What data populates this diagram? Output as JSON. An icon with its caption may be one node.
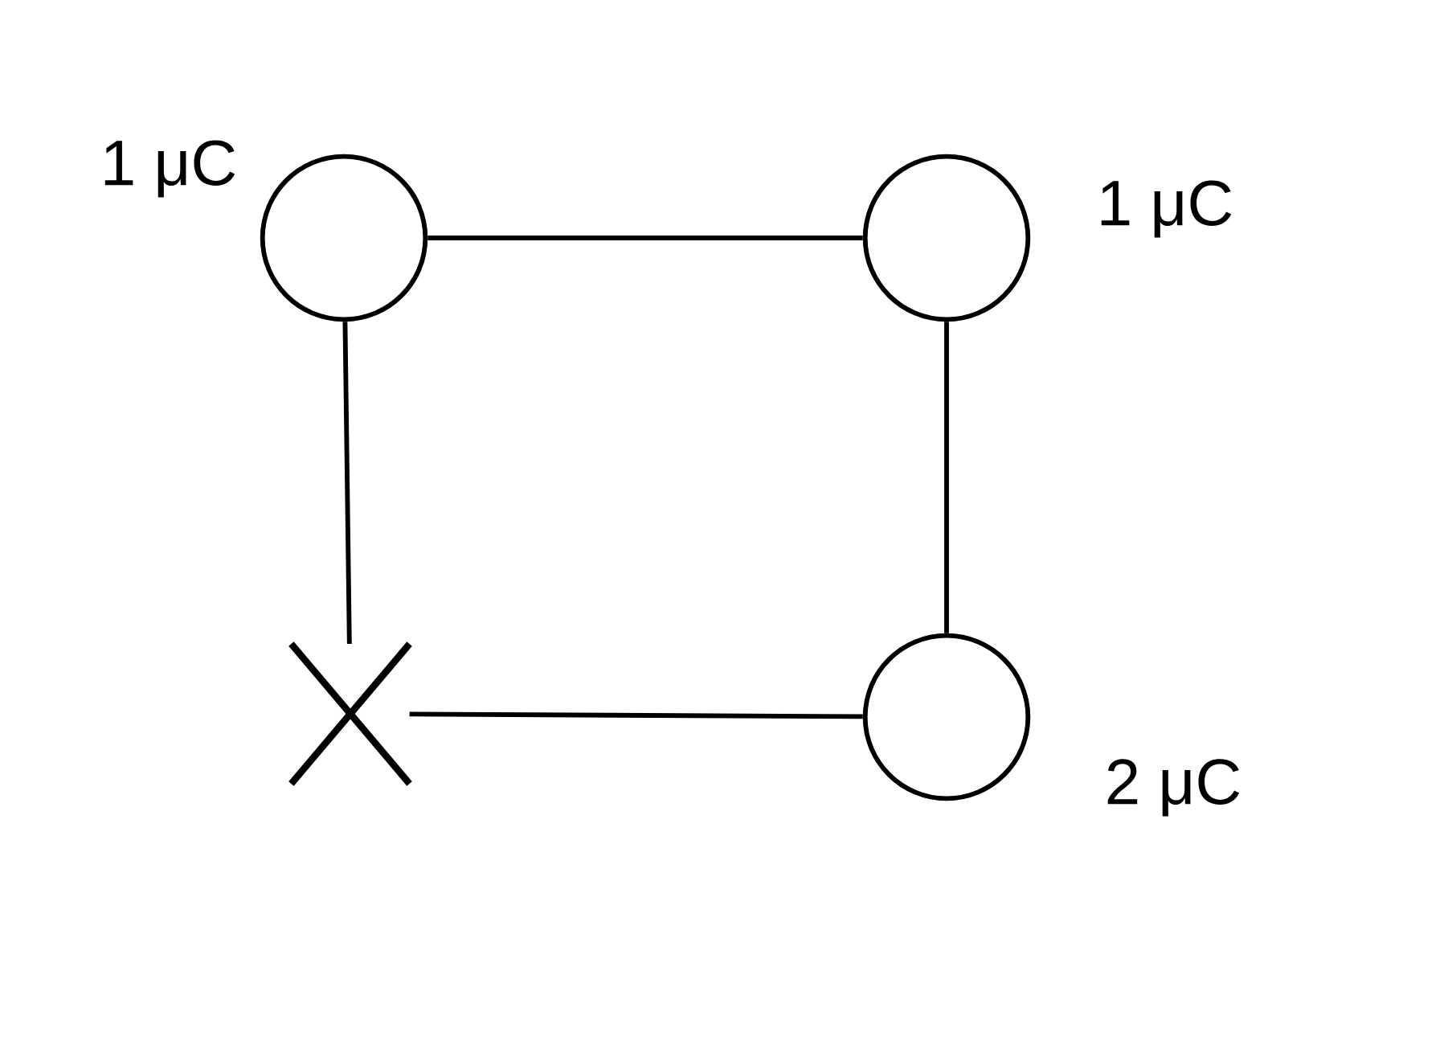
{
  "diagram": {
    "nodes": [
      {
        "text": [],
        "shape": "circle",
        "beside": [
          "1 μC"
        ]
      },
      {
        "text": [],
        "shape": "circle",
        "beside": [
          "1 μC"
        ]
      },
      {
        "text": [],
        "shape": "cross"
      },
      {
        "text": [],
        "shape": "circle",
        "beside": [
          "2 μC"
        ]
      }
    ],
    "edges": [
      {
        "from": 0,
        "to": 1,
        "arrow": "none"
      },
      {
        "from": 0,
        "to": 2,
        "arrow": "none"
      },
      {
        "from": 1,
        "to": 3,
        "arrow": "none"
      },
      {
        "from": 2,
        "to": 3,
        "arrow": "none"
      }
    ]
  }
}
